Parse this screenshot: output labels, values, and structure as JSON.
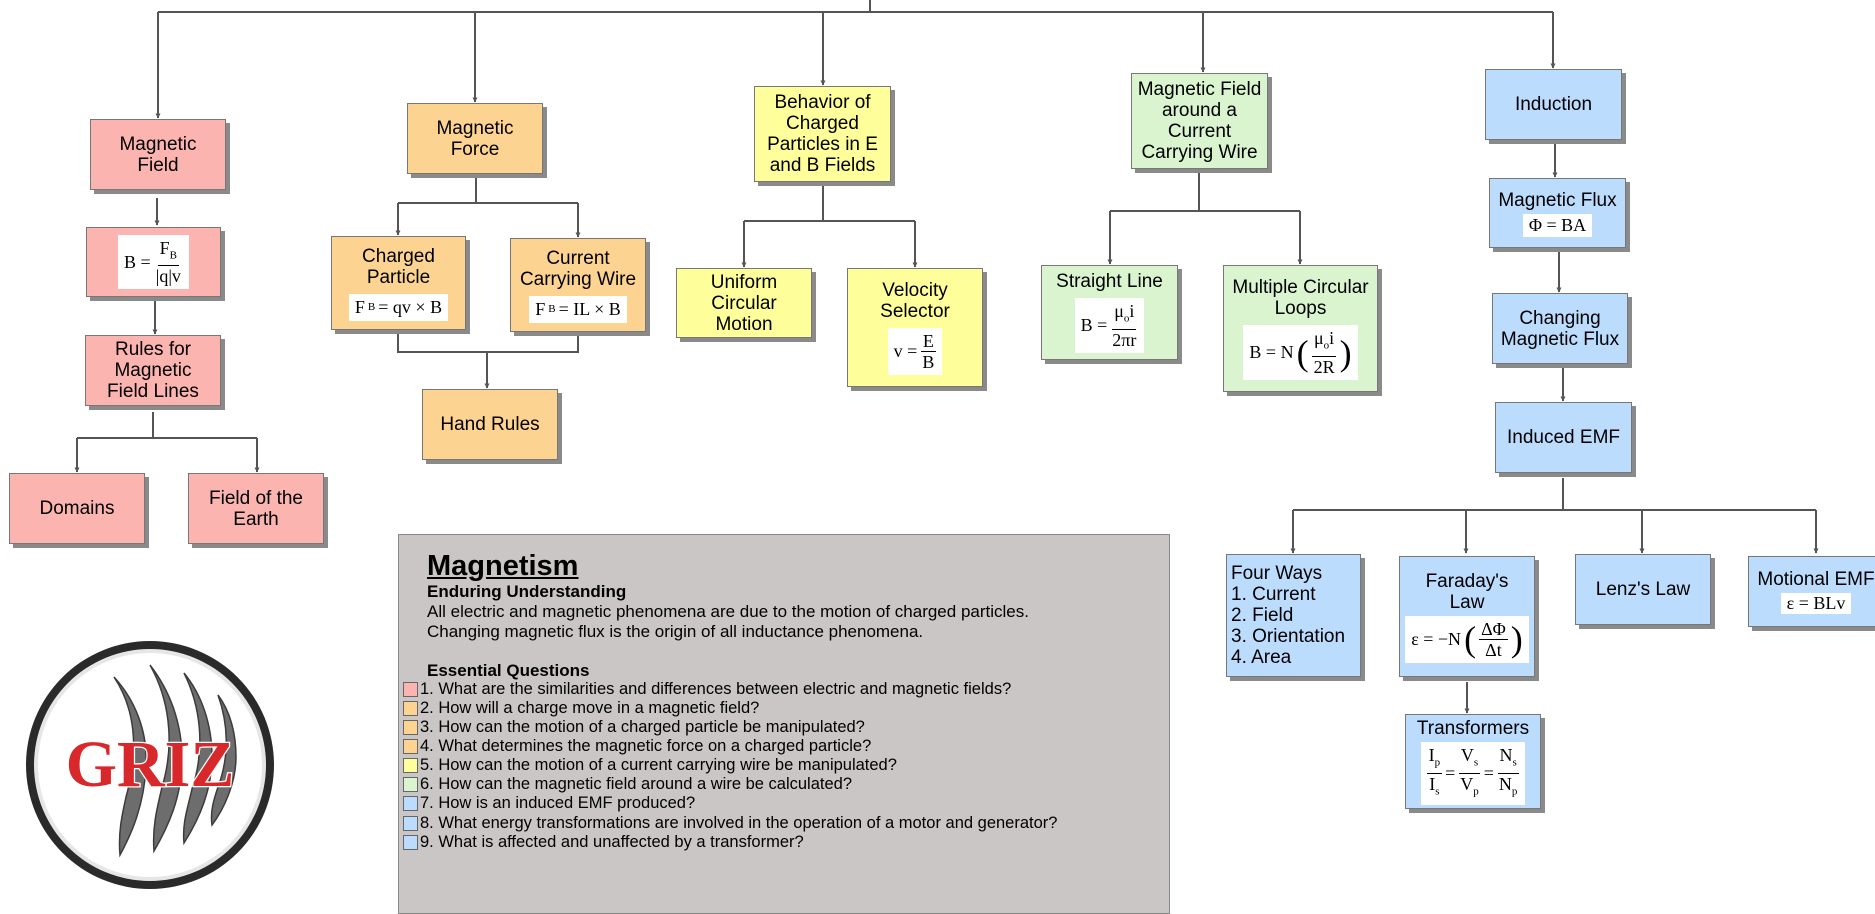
{
  "colors": {
    "red": "#fbb4b0",
    "orange": "#fdd392",
    "yellow": "#fefe9a",
    "green": "#d9f4cf",
    "blue": "#bcdcfe",
    "panel": "#c9c6c5",
    "logo_red": "#d9282b"
  },
  "nodes": {
    "magnetic_field": "Magnetic Field",
    "rules": "Rules for Magnetic Field Lines",
    "domains": "Domains",
    "field_earth": "Field of the Earth",
    "magnetic_force": "Magnetic Force",
    "charged_particle": "Charged Particle",
    "current_wire": "Current Carrying Wire",
    "hand_rules": "Hand Rules",
    "behavior": "Behavior of Charged Particles in E and B Fields",
    "uniform_circular": "Uniform Circular Motion",
    "velocity_selector": "Velocity Selector",
    "field_wire": "Magnetic Field around a Current Carrying Wire",
    "straight_line": "Straight Line",
    "circular_loops": "Multiple Circular Loops",
    "induction": "Induction",
    "magnetic_flux": "Magnetic Flux",
    "changing_flux": "Changing Magnetic Flux",
    "induced_emf": "Induced EMF",
    "four_ways_title": "Four Ways",
    "four_ways": [
      "1. Current",
      "2. Field",
      "3. Orientation",
      "4. Area"
    ],
    "faraday": "Faraday's Law",
    "lenz": "Lenz's Law",
    "motional": "Motional EMF",
    "transformers": "Transformers"
  },
  "panel": {
    "title": "Magnetism",
    "eu_heading": "Enduring Understanding",
    "eu_lines": [
      "All electric and magnetic phenomena are due to the motion of charged particles.",
      "Changing magnetic flux is the origin of all inductance phenomena."
    ],
    "eq_heading": "Essential Questions",
    "questions": [
      "1. What are the similarities and differences between electric and magnetic fields?",
      "2. How will a charge move in a magnetic field?",
      "3. How can the motion of a charged particle be manipulated?",
      "4. What determines the magnetic force on a charged particle?",
      "5. How can the motion of a current carrying wire be manipulated?",
      "6. How can the magnetic field around a wire be calculated?",
      "7. How is an induced EMF produced?",
      "8. What energy transformations are involved in the operation of a motor and generator?",
      "9. What is affected and unaffected by a transformer?"
    ]
  },
  "logo": {
    "text": "GRIZ"
  }
}
